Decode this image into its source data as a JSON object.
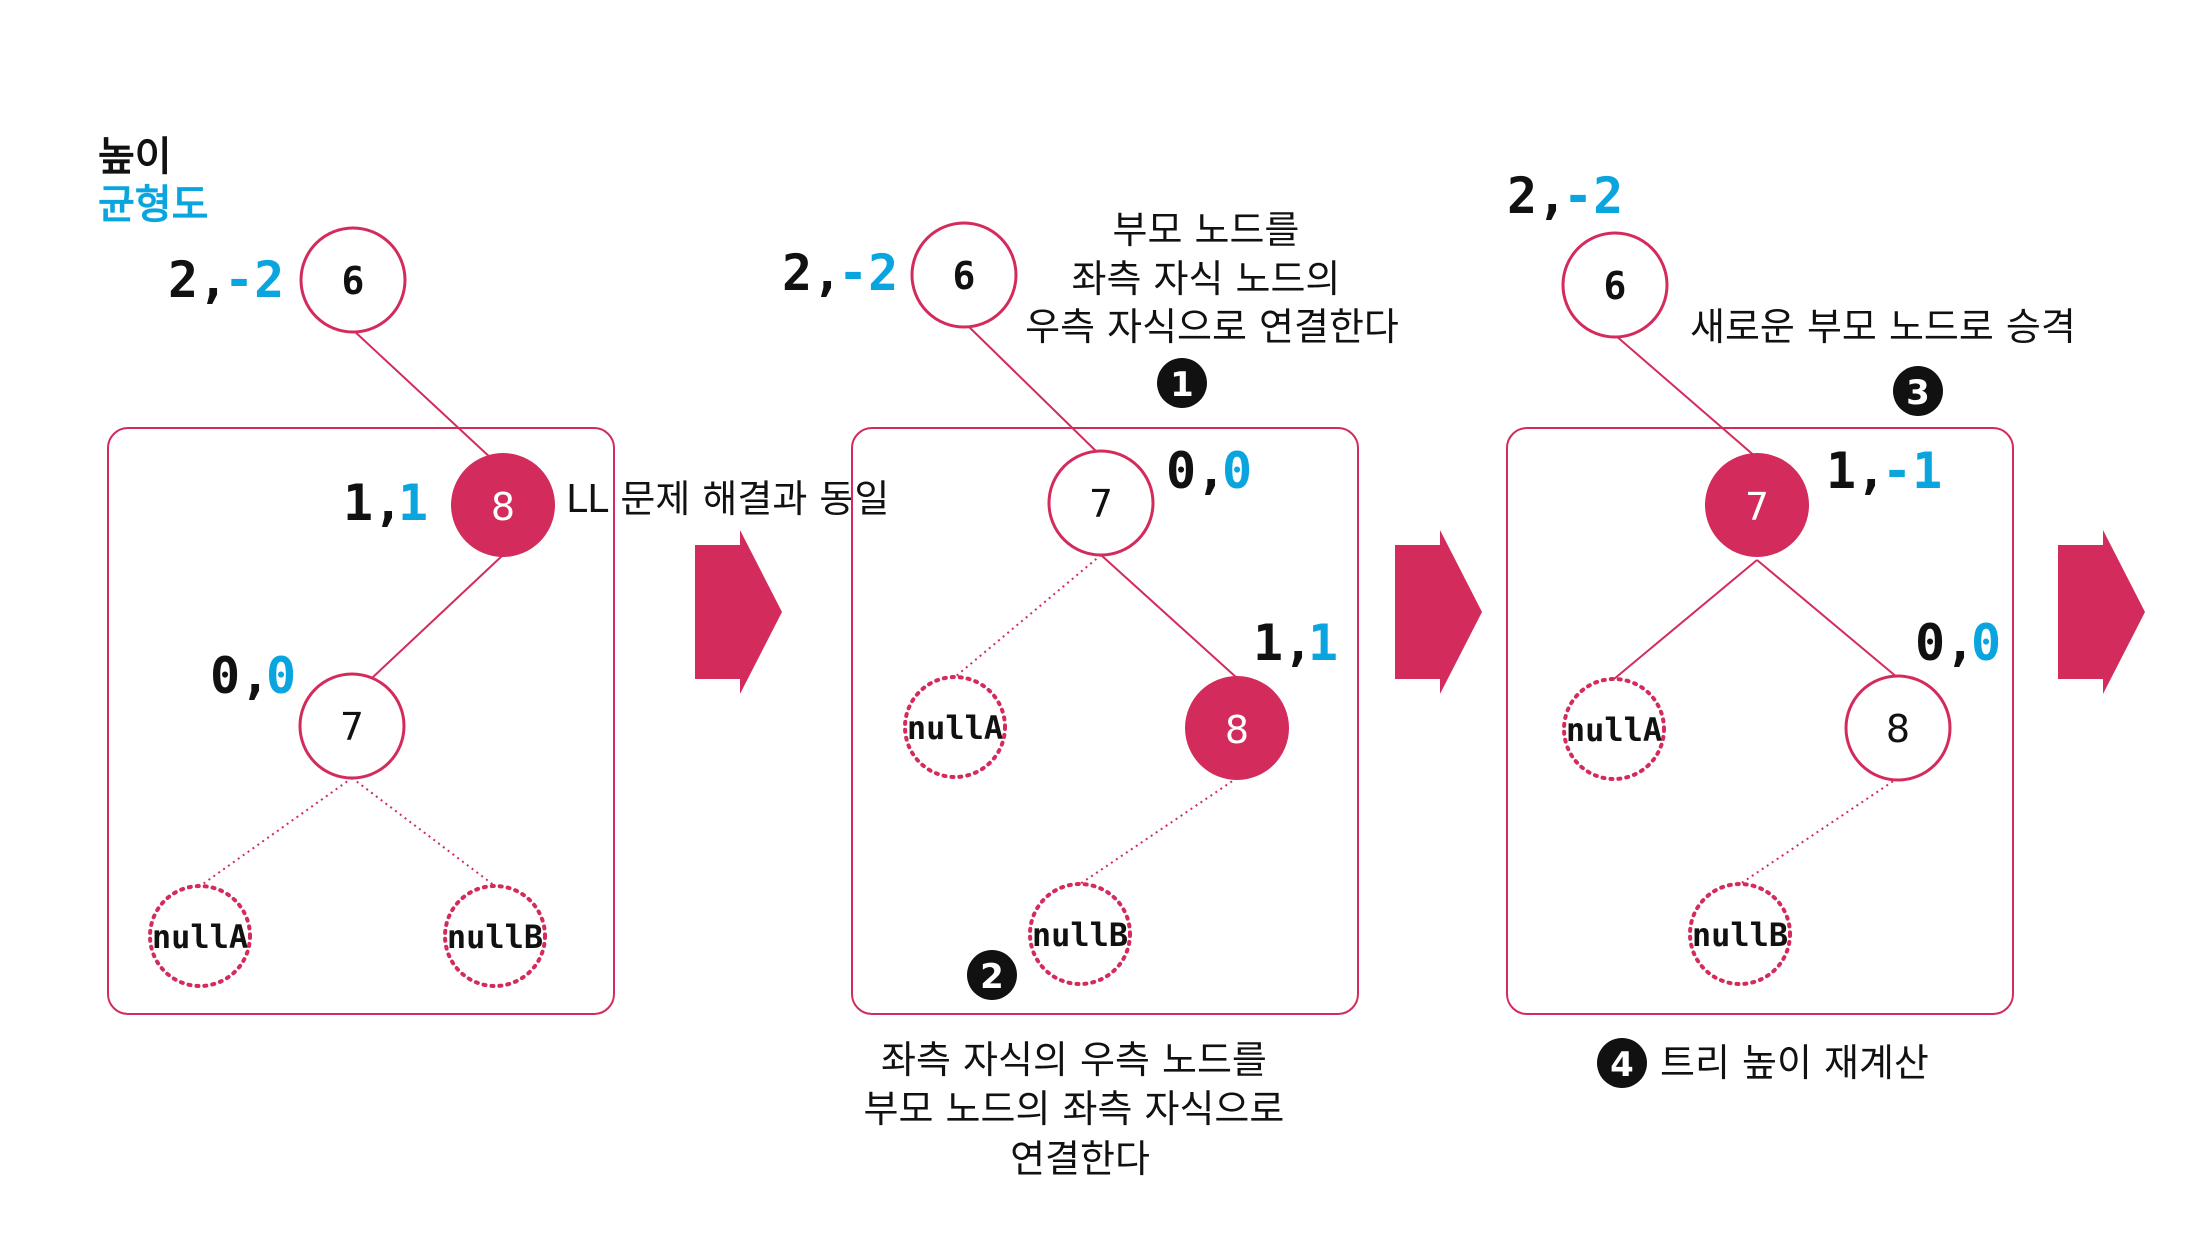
{
  "colors": {
    "accent": "#d32b5b",
    "balance": "#0aa5de",
    "text": "#111111",
    "frame": "#d32b5b"
  },
  "legend": {
    "height": "높이",
    "balance": "균형도"
  },
  "panel1": {
    "n6": {
      "label": "6",
      "height": "2,",
      "balance": "-2"
    },
    "n8": {
      "label": "8",
      "height": "1,",
      "balance": "1"
    },
    "n7": {
      "label": "7",
      "height": "0,",
      "balance": "0"
    },
    "nullA": "nullA",
    "nullB": "nullB",
    "note": "LL 문제 해결과 동일"
  },
  "panel2": {
    "n6": {
      "label": "6",
      "height": "2,",
      "balance": "-2"
    },
    "n7": {
      "label": "7",
      "height": "0,",
      "balance": "0"
    },
    "n8": {
      "label": "8",
      "height": "1,",
      "balance": "1"
    },
    "nullA": "nullA",
    "nullB": "nullB",
    "step1": {
      "num": "1",
      "lines": [
        "부모 노드를",
        "좌측 자식 노드의",
        "우측 자식으로 연결한다"
      ]
    },
    "step2": {
      "num": "2",
      "lines": [
        "좌측 자식의 우측 노드를",
        "부모 노드의 좌측 자식으로",
        "연결한다"
      ]
    }
  },
  "panel3": {
    "n6": {
      "label": "6",
      "height": "2,",
      "balance": "-2"
    },
    "n7": {
      "label": "7",
      "height": "1,",
      "balance": "-1"
    },
    "n8": {
      "label": "8",
      "height": "0,",
      "balance": "0"
    },
    "nullA": "nullA",
    "nullB": "nullB",
    "step3": {
      "num": "3",
      "text": "새로운 부모 노드로 승격"
    },
    "step4": {
      "num": "4",
      "text": "트리 높이 재계산"
    }
  }
}
